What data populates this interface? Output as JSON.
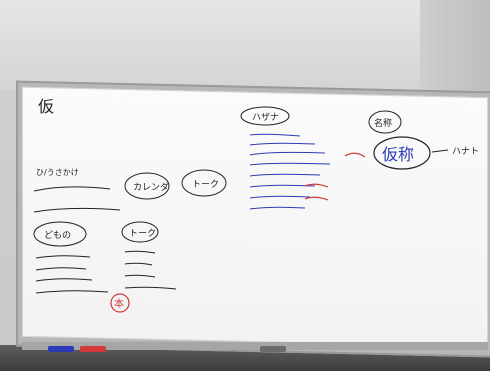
{
  "scene": "whiteboard-photo",
  "board": {
    "title": "仮",
    "top_bubble": "ハザナ",
    "right_bubble_top": "名称",
    "right_bubble_main": "仮称",
    "right_arrow_text": "ハナト",
    "mid_bubble_1": "カレンダ",
    "mid_bubble_2": "トーク",
    "left_label_1": "どもの",
    "left_label_2": "トーク",
    "left_note_top": "ひ/うさかけ",
    "left_bottom_red": "本"
  },
  "colors": {
    "ink_black": "#222222",
    "ink_blue": "#2b3bb8",
    "ink_red": "#d23a3a",
    "board": "#f7f7f7"
  }
}
